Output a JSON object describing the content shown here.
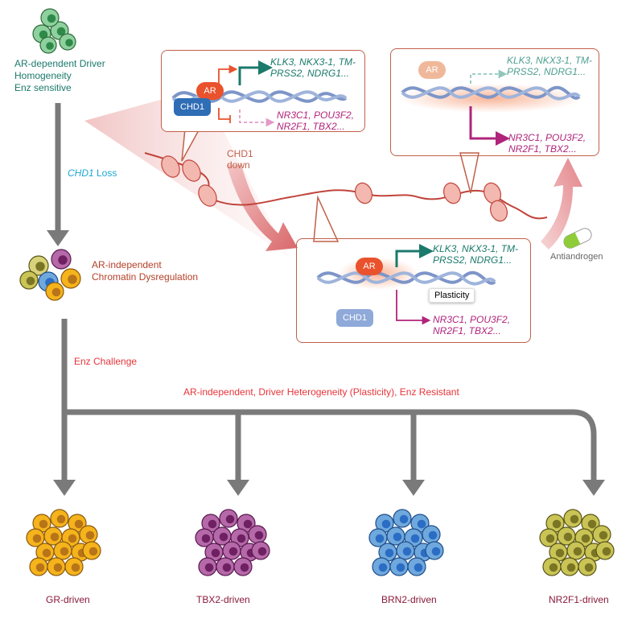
{
  "top_cell": {
    "line1": "AR-dependent Driver",
    "line2": "Homogeneity",
    "line3": "Enz sensitive"
  },
  "loss_label": {
    "gene": "CHD1",
    "rest": " Loss"
  },
  "mid_cell": {
    "line1": "AR-independent",
    "line2": "Chromatin Dysregulation"
  },
  "enz_challenge": "Enz Challenge",
  "heterogeneity": "AR-independent, Driver Heterogeneity (Plasticity), Enz Resistant",
  "chd1_down": {
    "line1": "CHD1",
    "line2": "down"
  },
  "antiandrogen": "Antiandrogen",
  "box1": {
    "ar": "AR",
    "chd1": "CHD1",
    "up_genes1": "KLK3, NKX3-1, TM-",
    "up_genes2": "PRSS2, NDRG1...",
    "down_genes1": "NR3C1, POU3F2,",
    "down_genes2": "NR2F1, TBX2..."
  },
  "box2": {
    "ar": "AR",
    "up_genes1": "KLK3, NKX3-1, TM-",
    "up_genes2": "PRSS2, NDRG1...",
    "down_genes1": "NR3C1, POU3F2,",
    "down_genes2": "NR2F1, TBX2..."
  },
  "box3": {
    "ar": "AR",
    "chd1": "CHD1",
    "plasticity": "Plasticity",
    "up_genes1": "KLK3, NKX3-1, TM-",
    "up_genes2": "PRSS2, NDRG1...",
    "down_genes1": "NR3C1, POU3F2,",
    "down_genes2": "NR2F1, TBX2..."
  },
  "clusters": [
    {
      "label": "GR-driven",
      "fill": "#f5b31c",
      "nucleus": "#b87418"
    },
    {
      "label": "TBX2-driven",
      "fill": "#b569a8",
      "nucleus": "#6e2063"
    },
    {
      "label": "BRN2-driven",
      "fill": "#6fa8dc",
      "nucleus": "#2b6cc4"
    },
    {
      "label": "NR2F1-driven",
      "fill": "#c9c455",
      "nucleus": "#7a7524"
    }
  ],
  "colors": {
    "arrow_gray": "#7a7a7a",
    "box_border": "#c0604a",
    "ar_orange": "#e9522c",
    "chd1_blue": "#2f6db5",
    "teal": "#1b7a6b",
    "magenta": "#b0247b"
  }
}
